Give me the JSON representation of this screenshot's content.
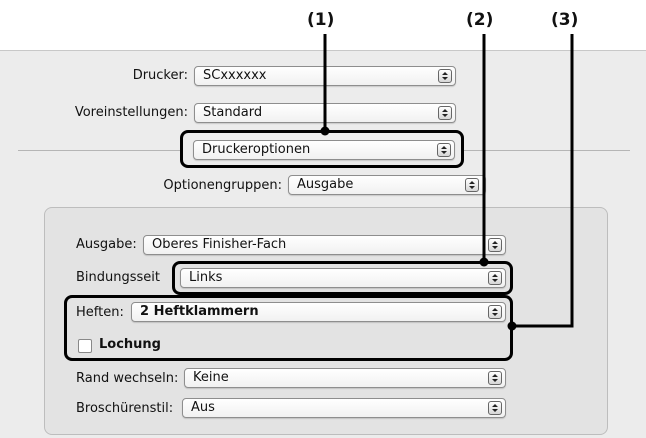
{
  "callouts": [
    "(1)",
    "(2)",
    "(3)"
  ],
  "printer": {
    "label": "Drucker:",
    "value": "SCxxxxxx"
  },
  "presets": {
    "label": "Voreinstellungen:",
    "value": "Standard"
  },
  "panel": {
    "value": "Druckeroptionen"
  },
  "option_groups": {
    "label": "Optionengruppen:",
    "value": "Ausgabe"
  },
  "output": {
    "label": "Ausgabe:",
    "value": "Oberes Finisher-Fach"
  },
  "binding": {
    "label": "Bindungsseit",
    "value": "Links"
  },
  "staple": {
    "label": "Heften:",
    "value": "2 Heftklammern"
  },
  "punch": {
    "label": "Lochung",
    "checked": false
  },
  "margin_shift": {
    "label": "Rand wechseln:",
    "value": "Keine"
  },
  "booklet": {
    "label": "Broschürenstil:",
    "value": "Aus"
  }
}
